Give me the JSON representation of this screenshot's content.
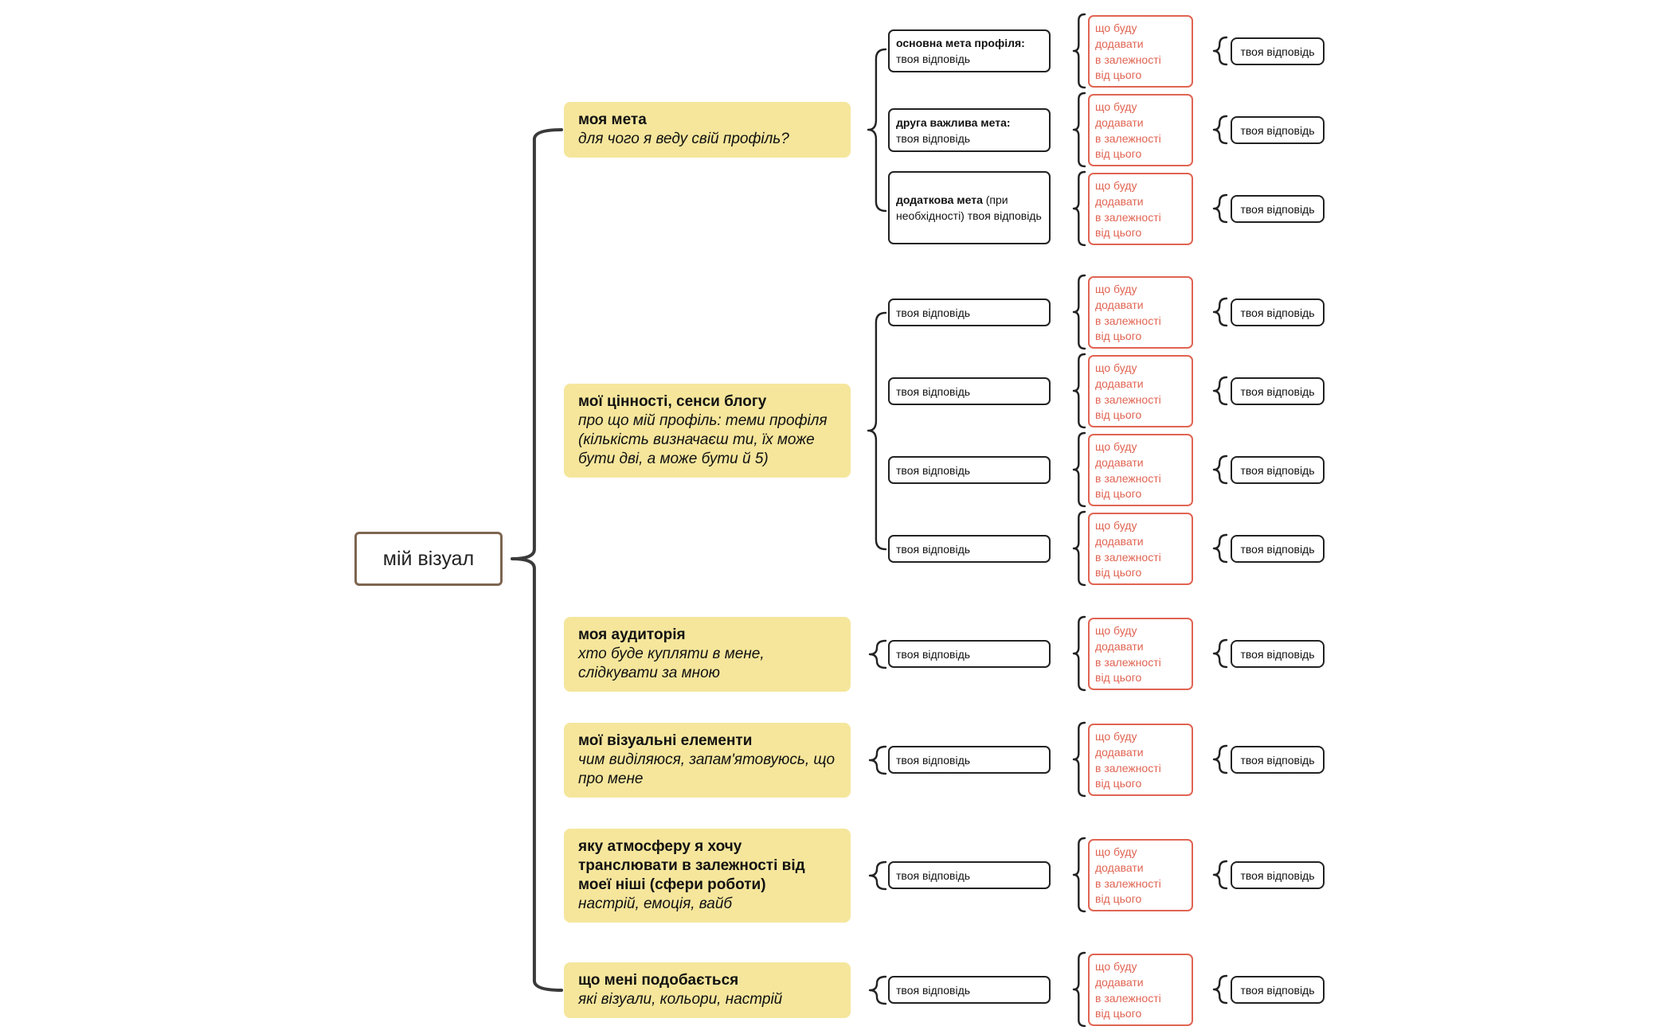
{
  "root": {
    "label": "мій візуал"
  },
  "colors": {
    "category_fill": "#f5e69c",
    "root_border": "#7d6550",
    "dependency_border": "#e06452",
    "line": "#222222"
  },
  "categories": [
    {
      "title": "моя мета",
      "subtitle": "для чого я веду свій профіль?",
      "answers": [
        {
          "label": "основна мета профіля:",
          "rest": "твоя відповідь",
          "dependency": "що буду\nдодавати\nв залежності\nвід цього",
          "result": "твоя відповідь"
        },
        {
          "label": "друга важлива мета:",
          "rest": "твоя відповідь",
          "dependency": "що буду\nдодавати\nв залежності\nвід цього",
          "result": "твоя відповідь"
        },
        {
          "label": "додаткова мета",
          "rest": " (при необхідності) твоя відповідь",
          "dependency": "що буду\nдодавати\nв залежності\nвід цього",
          "result": "твоя відповідь"
        }
      ]
    },
    {
      "title": "мої цінності, сенси блогу",
      "subtitle": "про що мій профіль: теми профіля (кількість визначаєш ти, їх може бути дві, а може бути й 5)",
      "answers": [
        {
          "label": "",
          "rest": "твоя відповідь",
          "dependency": "що буду\nдодавати\nв залежності\nвід цього",
          "result": "твоя відповідь"
        },
        {
          "label": "",
          "rest": "твоя відповідь",
          "dependency": "що буду\nдодавати\nв залежності\nвід цього",
          "result": "твоя відповідь"
        },
        {
          "label": "",
          "rest": "твоя відповідь",
          "dependency": "що буду\nдодавати\nв залежності\nвід цього",
          "result": "твоя відповідь"
        },
        {
          "label": "",
          "rest": "твоя відповідь",
          "dependency": "що буду\nдодавати\nв залежності\nвід цього",
          "result": "твоя відповідь"
        }
      ]
    },
    {
      "title": "моя аудиторія",
      "subtitle": "хто буде купляти в мене, слідкувати за мною",
      "answers": [
        {
          "label": "",
          "rest": "твоя відповідь",
          "dependency": "що буду\nдодавати\nв залежності\nвід цього",
          "result": "твоя відповідь"
        }
      ]
    },
    {
      "title": "мої візуальні елементи",
      "subtitle": "чим виділяюся, запам'ятовуюсь, що про мене",
      "answers": [
        {
          "label": "",
          "rest": "твоя відповідь",
          "dependency": "що буду\nдодавати\nв залежності\nвід цього",
          "result": "твоя відповідь"
        }
      ]
    },
    {
      "title": "яку атмосферу я хочу транслювати в залежності від моеї ніші (сфери роботи)",
      "subtitle": "настрій, емоція, вайб",
      "answers": [
        {
          "label": "",
          "rest": "твоя відповідь",
          "dependency": "що буду\nдодавати\nв залежності\nвід цього",
          "result": "твоя відповідь"
        }
      ]
    },
    {
      "title": "що мені подобається",
      "subtitle": "які візуали, кольори, настрій",
      "answers": [
        {
          "label": "",
          "rest": "твоя відповідь",
          "dependency": "що буду\nдодавати\nв залежності\nвід цього",
          "result": "твоя відповідь"
        }
      ]
    }
  ]
}
